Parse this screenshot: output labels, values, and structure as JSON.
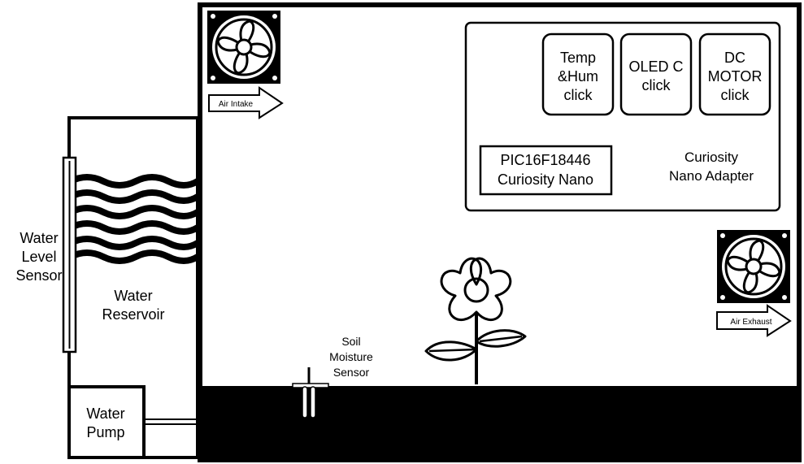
{
  "labels": {
    "temp_hum": [
      "Temp",
      "&Hum",
      "click"
    ],
    "oled": [
      "OLED C",
      "click"
    ],
    "dc_motor": [
      "DC",
      "MOTOR",
      "click"
    ],
    "pic": [
      "PIC16F18446",
      "Curiosity Nano"
    ],
    "adapter": [
      "Curiosity",
      "Nano Adapter"
    ],
    "air_intake": "Air Intake",
    "air_exhaust": "Air Exhaust",
    "water_level_sensor": [
      "Water",
      "Level",
      "Sensor"
    ],
    "water_reservoir": [
      "Water",
      "Reservoir"
    ],
    "water_pump": [
      "Water",
      "Pump"
    ],
    "soil_moisture_sensor": [
      "Soil",
      "Moisture",
      "Sensor"
    ]
  },
  "colors": {
    "line": "#000000",
    "background": "#ffffff",
    "soil": "#000000"
  },
  "icons": {
    "intake_fan": "fan-icon",
    "exhaust_fan": "fan-icon",
    "plant": "flower-icon"
  }
}
